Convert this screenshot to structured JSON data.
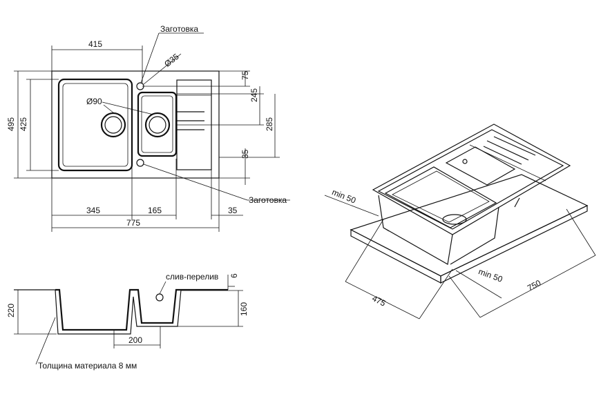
{
  "plan_view": {
    "dims": {
      "top_width": "415",
      "left_height_outer": "495",
      "left_height_inner": "425",
      "right_75": "75",
      "right_245": "245",
      "right_285": "285",
      "right_35": "35",
      "bottom_345": "345",
      "bottom_165": "165",
      "bottom_35": "35",
      "bottom_total": "775"
    },
    "labels": {
      "blank_top": "Заготовка",
      "blank_bottom": "Заготовка",
      "hole_35": "Ø35",
      "hole_90": "Ø90"
    }
  },
  "section_view": {
    "labels": {
      "overflow": "слив-перелив",
      "material": "Толщина материала 8 мм"
    },
    "dims": {
      "height_220": "220",
      "height_160": "160",
      "depth_6": "6",
      "width_200": "200"
    }
  },
  "iso_view": {
    "dims": {
      "min_left": "min 50",
      "min_right": "min 50",
      "depth_475": "475",
      "width_750": "750"
    }
  }
}
